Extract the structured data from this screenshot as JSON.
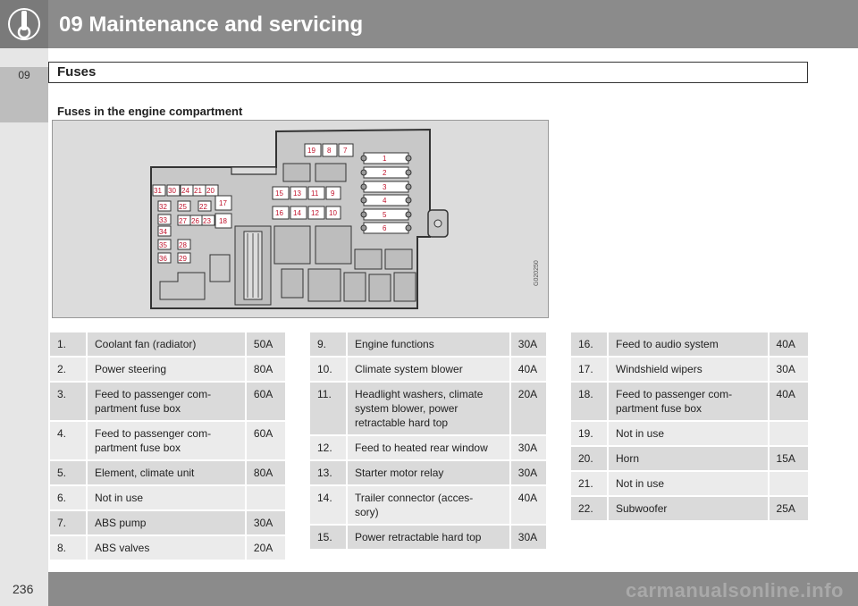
{
  "header": {
    "title": "09 Maintenance and servicing",
    "chapter": "09"
  },
  "section": {
    "title": "Fuses",
    "subtitle": "Fuses in the engine compartment"
  },
  "diagram": {
    "code": "G020250",
    "fuse_labels": [
      "1",
      "2",
      "3",
      "4",
      "5",
      "6",
      "7",
      "8",
      "9",
      "10",
      "11",
      "12",
      "13",
      "14",
      "15",
      "16",
      "17",
      "18",
      "19",
      "20",
      "21",
      "22",
      "23",
      "24",
      "25",
      "26",
      "27",
      "28",
      "29",
      "30",
      "31",
      "32",
      "33",
      "34",
      "35",
      "36"
    ]
  },
  "fuse_tables": [
    [
      {
        "num": "1.",
        "desc": "Coolant fan (radiator)",
        "amp": "50A"
      },
      {
        "num": "2.",
        "desc": "Power steering",
        "amp": "80A"
      },
      {
        "num": "3.",
        "desc": "Feed to passenger com-\npartment fuse box",
        "amp": "60A"
      },
      {
        "num": "4.",
        "desc": "Feed to passenger com-\npartment fuse box",
        "amp": "60A"
      },
      {
        "num": "5.",
        "desc": "Element, climate unit",
        "amp": "80A"
      },
      {
        "num": "6.",
        "desc": "Not in use",
        "amp": ""
      },
      {
        "num": "7.",
        "desc": "ABS pump",
        "amp": "30A"
      },
      {
        "num": "8.",
        "desc": "ABS valves",
        "amp": "20A"
      }
    ],
    [
      {
        "num": "9.",
        "desc": "Engine functions",
        "amp": "30A"
      },
      {
        "num": "10.",
        "desc": "Climate system blower",
        "amp": "40A"
      },
      {
        "num": "11.",
        "desc": "Headlight washers, climate\nsystem blower, power\nretractable hard top",
        "amp": "20A"
      },
      {
        "num": "12.",
        "desc": "Feed to heated rear window",
        "amp": "30A"
      },
      {
        "num": "13.",
        "desc": "Starter motor relay",
        "amp": "30A"
      },
      {
        "num": "14.",
        "desc": "Trailer connector (acces-\nsory)",
        "amp": "40A"
      },
      {
        "num": "15.",
        "desc": "Power retractable hard top",
        "amp": "30A"
      }
    ],
    [
      {
        "num": "16.",
        "desc": "Feed to audio system",
        "amp": "40A"
      },
      {
        "num": "17.",
        "desc": "Windshield wipers",
        "amp": "30A"
      },
      {
        "num": "18.",
        "desc": "Feed to passenger com-\npartment fuse box",
        "amp": "40A"
      },
      {
        "num": "19.",
        "desc": "Not in use",
        "amp": ""
      },
      {
        "num": "20.",
        "desc": "Horn",
        "amp": "15A"
      },
      {
        "num": "21.",
        "desc": "Not in use",
        "amp": ""
      },
      {
        "num": "22.",
        "desc": "Subwoofer",
        "amp": "25A"
      }
    ]
  ],
  "footer": {
    "page": "236",
    "watermark": "carmanualsonline.info"
  }
}
